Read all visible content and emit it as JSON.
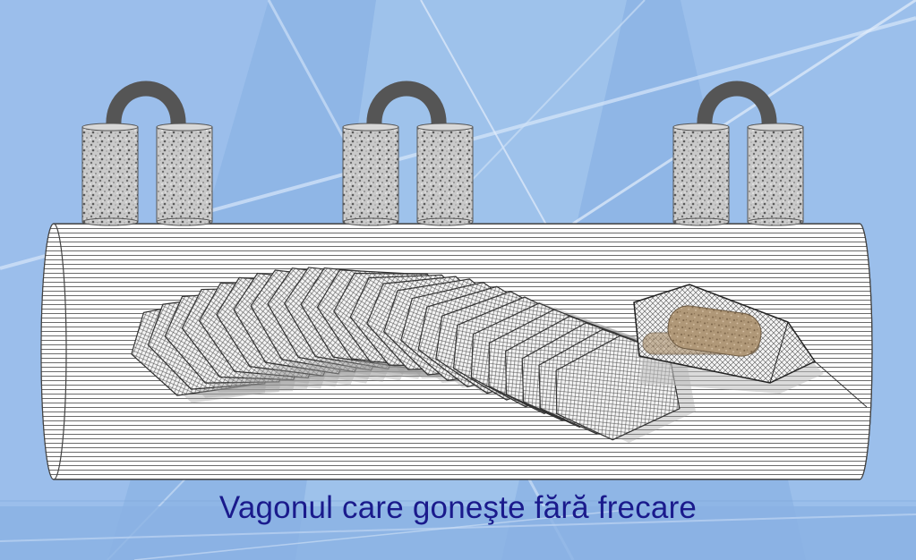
{
  "caption": "Vagonul care goneşte fără frecare",
  "colors": {
    "background": "#8fb6e6",
    "background_light": "#b9d4f3",
    "caption_text": "#1a1a8c",
    "magnet_handle": "#555555",
    "cylinder_fill": "#ffffff",
    "cylinder_lines": "#333333",
    "blade_stroke": "#333333",
    "weight_fill": "#a89072"
  },
  "diagram": {
    "magnet_pairs": 3,
    "components": [
      "superconductor-cylinder",
      "magnet-pairs",
      "fan-of-blades",
      "weight-bar"
    ]
  }
}
